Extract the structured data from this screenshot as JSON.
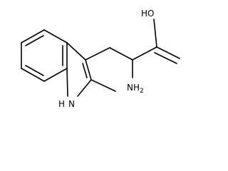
{
  "molecule": {
    "atoms": {
      "hydroxyl": "HO",
      "amine": "NH",
      "amine_subscript": "2",
      "indole_nh": "H",
      "indole_n": "N"
    }
  }
}
